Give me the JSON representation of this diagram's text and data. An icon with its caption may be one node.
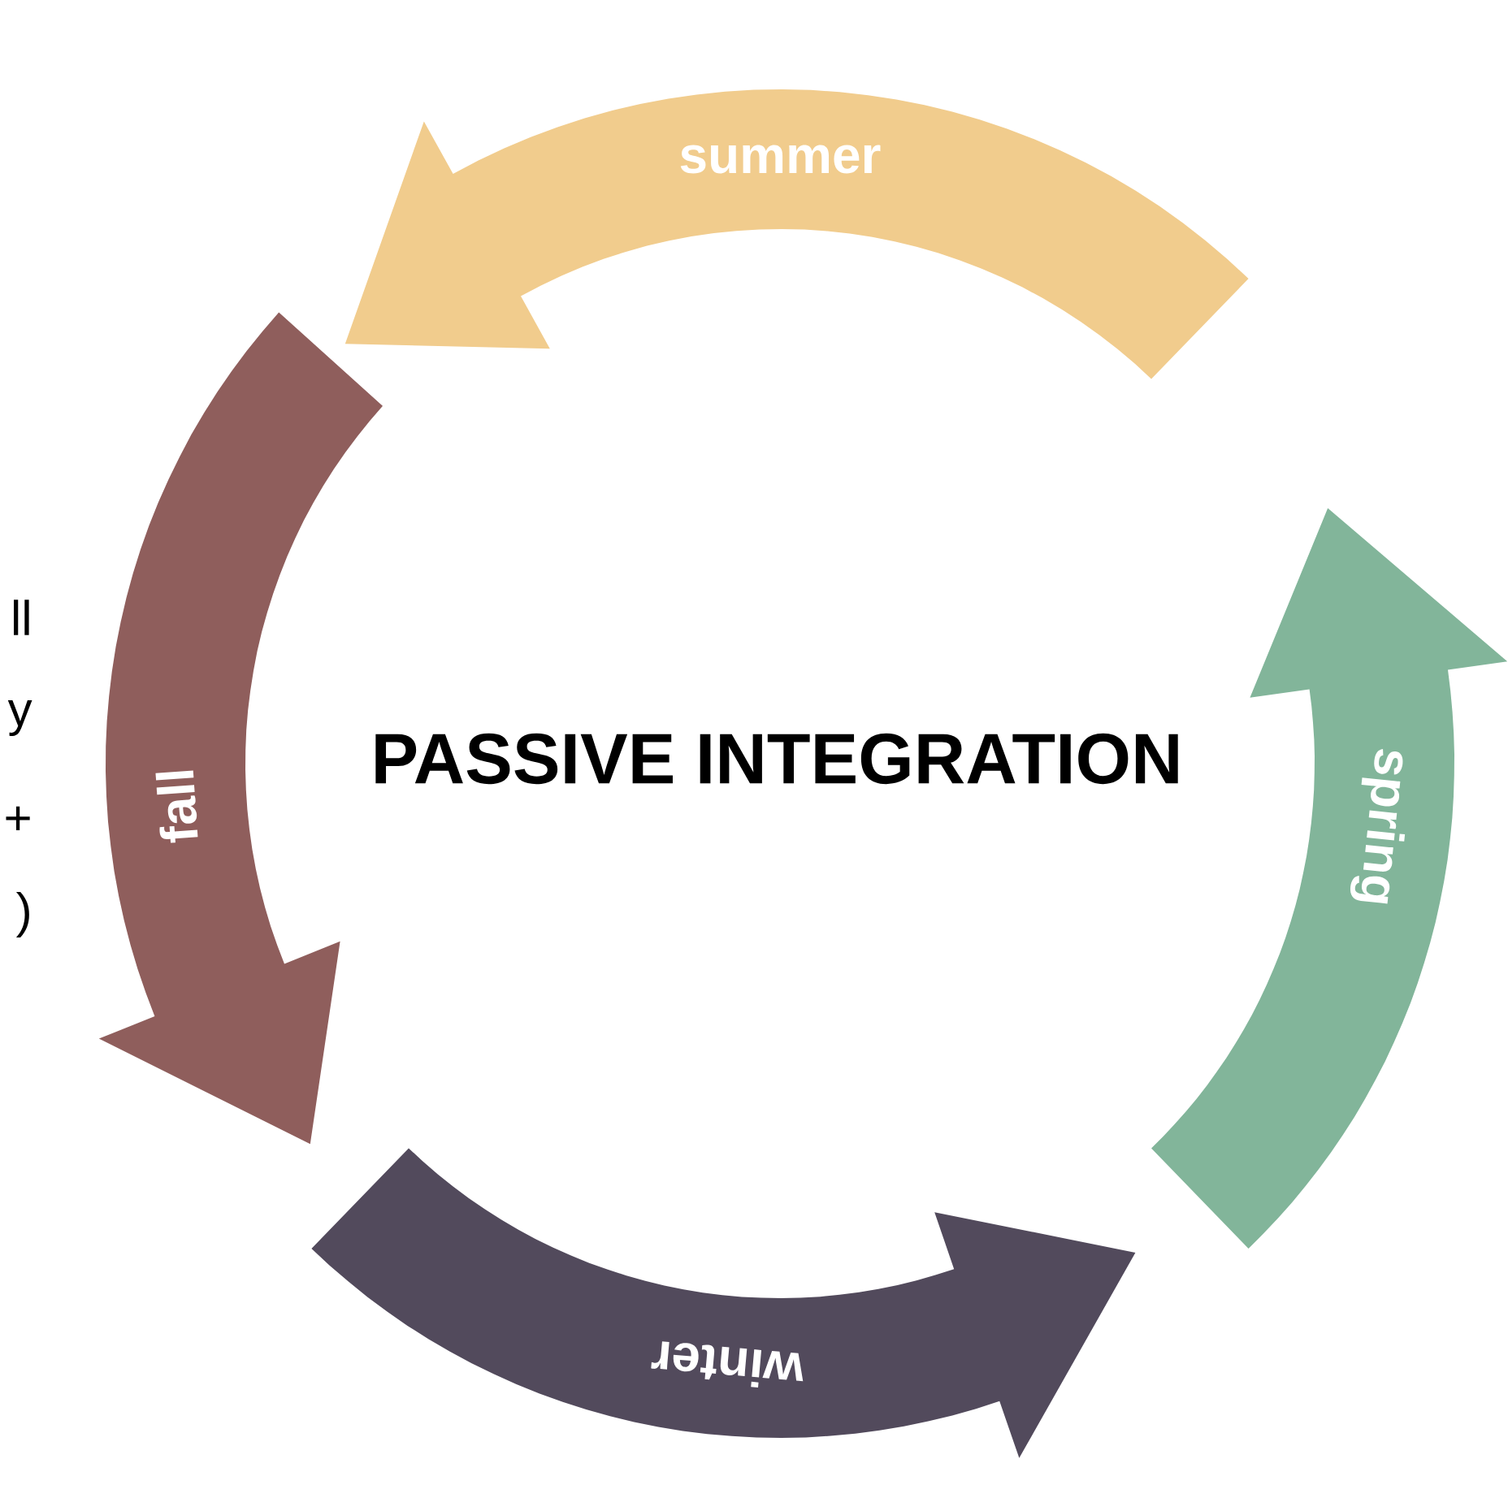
{
  "diagram": {
    "title": "PASSIVE INTEGRATION",
    "nodes": [
      {
        "text": [
          "summer"
        ]
      },
      {
        "text": [
          "fall"
        ]
      },
      {
        "text": [
          "winter"
        ]
      },
      {
        "text": [
          "spring"
        ]
      }
    ],
    "labels": [
      "ll",
      "y",
      "+",
      ")"
    ]
  }
}
